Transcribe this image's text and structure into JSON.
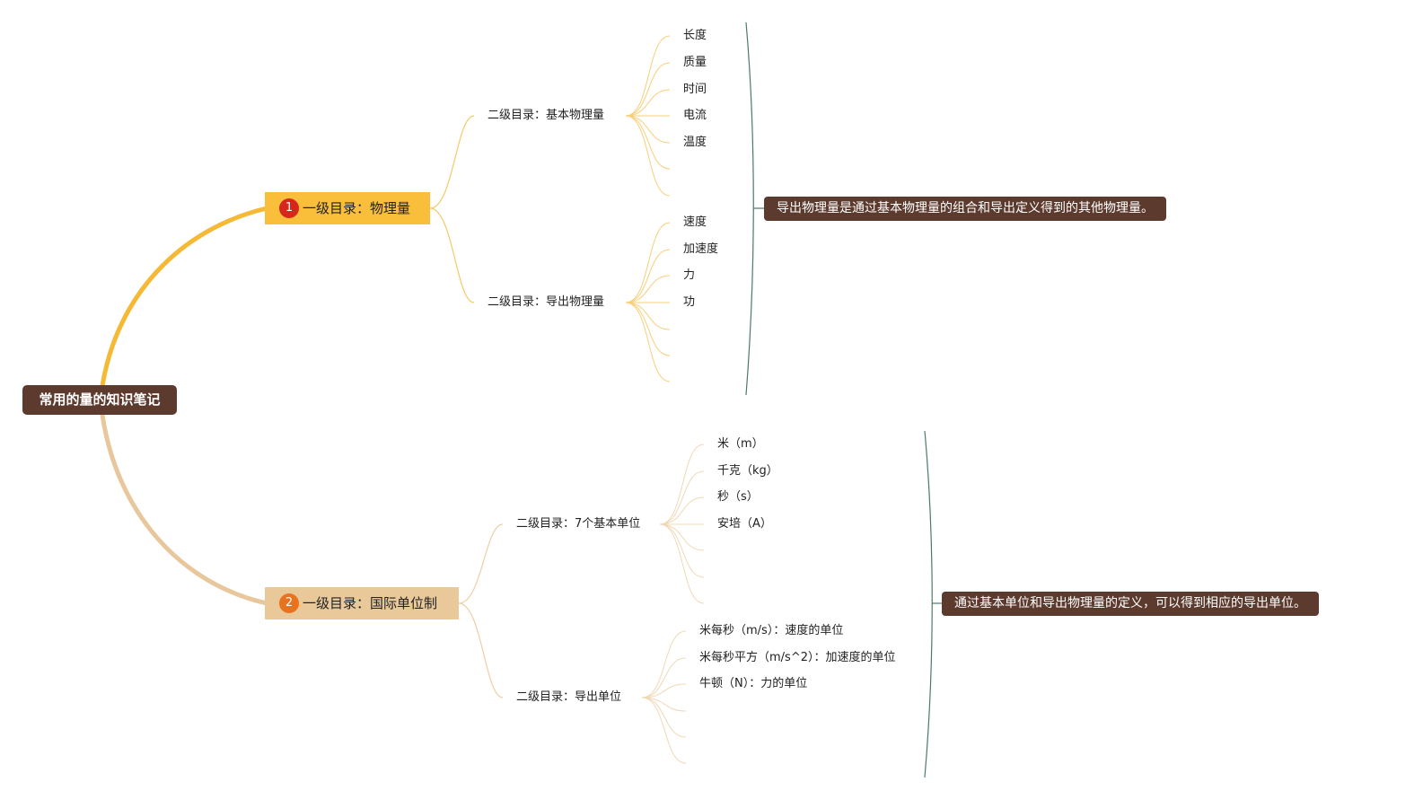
{
  "root": {
    "label": "常用的量的知识笔记"
  },
  "branches": [
    {
      "number": "1",
      "label": "一级目录：物理量",
      "subtopics": [
        {
          "label": "二级目录：基本物理量",
          "leaves": [
            "长度",
            "质量",
            "时间",
            "电流",
            "温度"
          ]
        },
        {
          "label": "二级目录：导出物理量",
          "leaves": [
            "速度",
            "加速度",
            "力",
            "功"
          ]
        }
      ],
      "summary": "导出物理量是通过基本物理量的组合和导出定义得到的其他物理量。"
    },
    {
      "number": "2",
      "label": "一级目录：国际单位制",
      "subtopics": [
        {
          "label": "二级目录：7个基本单位",
          "leaves": [
            "米（m）",
            "千克（kg）",
            "秒（s）",
            "安培（A）"
          ]
        },
        {
          "label": "二级目录：导出单位",
          "leaves": [
            "米每秒（m/s）：速度的单位",
            "米每秒平方（m/s^2）：加速度的单位",
            "牛顿（N）：力的单位"
          ]
        }
      ],
      "summary": "通过基本单位和导出物理量的定义，可以得到相应的导出单位。"
    }
  ],
  "colors": {
    "root_fill": "#5d3a2e",
    "branch1_fill": "#f9bf3b",
    "branch2_fill": "#e9c89a",
    "branch1_line": "#f5b935",
    "branch2_line": "#e8c79c",
    "badge1": "#d7261b",
    "badge2": "#e8731f",
    "summary_fill": "#5d3a2e",
    "brace_line": "#4a7a6a"
  }
}
